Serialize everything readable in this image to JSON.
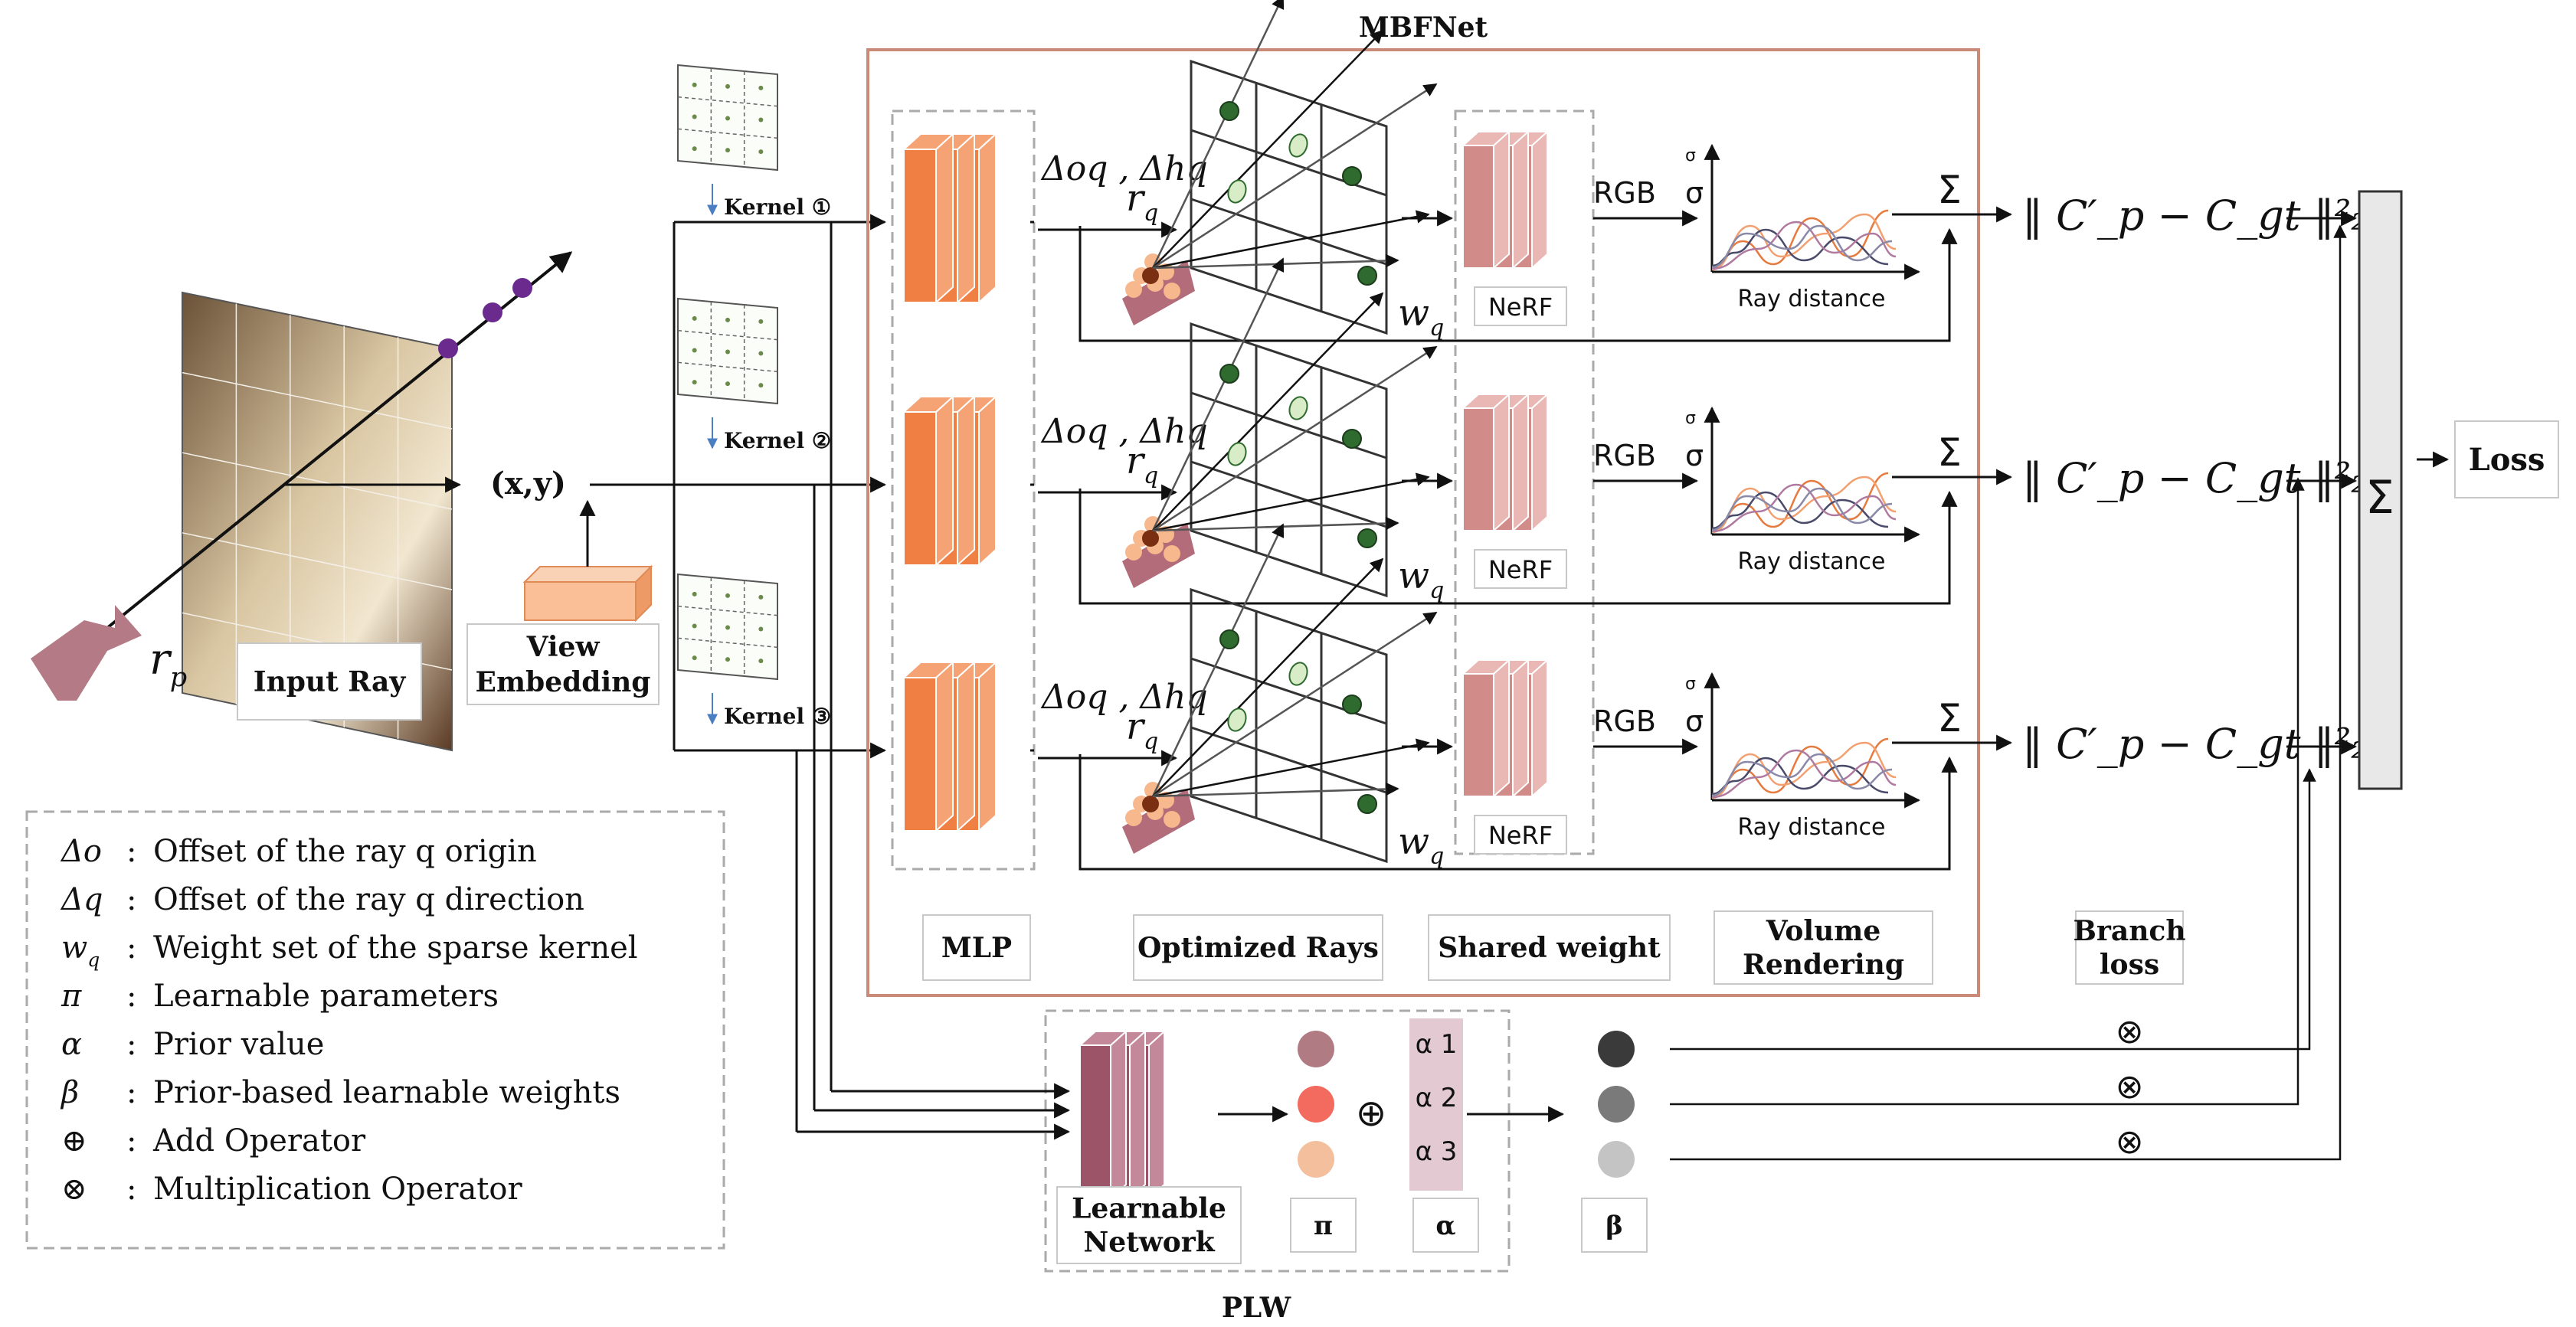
{
  "diagram": {
    "title": "MBFNet",
    "sub_title": "PLW",
    "input": {
      "coordinate_label": "(x,y)",
      "input_ray_label": "Input Ray",
      "view_embedding_label": "View\nEmbedding",
      "ray_symbol": "r_p"
    },
    "kernels": [
      "Kernel ①",
      "Kernel ②",
      "Kernel ③"
    ],
    "branch": {
      "offset_label": "Δo_q , Δh_q",
      "ray_q_label": "r_q",
      "weight_label": "w_q",
      "nerf_label": "NeRF",
      "rgb_label": "RGB",
      "sigma_label": "σ",
      "ray_distance_label": "Ray distance",
      "sum_symbol": "Σ",
      "loss_expression": "‖ C′_p − C_gt ‖²₂"
    },
    "stage_labels": [
      "MLP",
      "Optimized Rays",
      "Shared weight",
      "Volume\nRendering",
      "Branch\nloss"
    ],
    "plw_labels": {
      "network_label": "Learnable\nNetwork",
      "pi_label": "π",
      "alpha_label": "α",
      "beta_label": "β",
      "alpha_items": [
        "α 1",
        "α 2",
        "α 3"
      ],
      "plus_symbol": "⊕",
      "times_symbol": "⊗"
    },
    "final": {
      "sum_symbol": "Σ",
      "loss_label": "Loss"
    },
    "legend": [
      {
        "symbol": "Δo",
        "text": "Offset of the ray q origin"
      },
      {
        "symbol": "Δq",
        "text": "Offset of the ray q direction"
      },
      {
        "symbol": "w_q",
        "text": "Weight set of the sparse kernel"
      },
      {
        "symbol": "π",
        "text": "Learnable parameters"
      },
      {
        "symbol": "α",
        "text": "Prior value"
      },
      {
        "symbol": "β",
        "text": "Prior-based learnable weights"
      },
      {
        "symbol": "⊕",
        "text": "Add Operator"
      },
      {
        "symbol": "⊗",
        "text": "Multiplication Operator"
      }
    ],
    "colors": {
      "mlp_orange": "#ef7f43",
      "mlp_face": "#f5a274",
      "nerf_pink": "#d18b88",
      "nerf_face": "#e9b7b4",
      "plw_mauve": "#9b5468",
      "plw_face": "#c3899a",
      "mbfnet_border": "#c98a78",
      "alpha_bg": "#e3c9d1",
      "pi_circles": [
        "#b17b84",
        "#f26b5e",
        "#f3bf9c"
      ],
      "beta_circles": [
        "#3a3a3a",
        "#7a7a7a",
        "#c4c4c4"
      ],
      "curve_colors": [
        "#e57b3f",
        "#f2a070",
        "#4a4a6a",
        "#b07aa0",
        "#8a8aa8"
      ],
      "purple_point": "#6a2a8e",
      "green_point": "#2f6b2f",
      "light_green_point": "#d9ecc8",
      "dark_red_point": "#7a2e12",
      "peach_point": "#f7b88e"
    }
  }
}
